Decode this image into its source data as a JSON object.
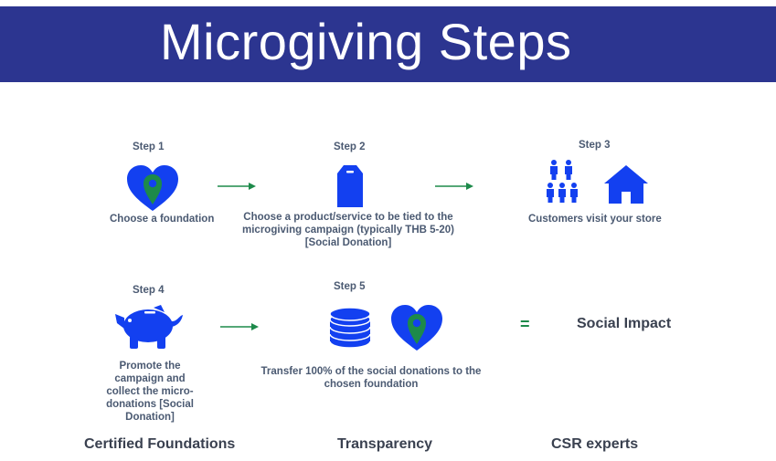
{
  "title": "Microgiving Steps",
  "colors": {
    "header": "#2c3590",
    "icon_blue": "#1340f0",
    "icon_green": "#1d8a4a",
    "text": "#4b5a72",
    "dark_text": "#3a4150"
  },
  "steps": [
    {
      "label": "Step 1",
      "text": "Choose a foundation",
      "icons": [
        "heart-pin-icon"
      ]
    },
    {
      "label": "Step 2",
      "text_lines": [
        "Choose a product/service to be tied to the",
        "microgiving campaign (typically THB 5-20)",
        "[Social Donation]"
      ],
      "icons": [
        "tag-icon"
      ]
    },
    {
      "label": "Step 3",
      "text": "Customers visit your store",
      "icons": [
        "people-icon",
        "house-icon"
      ]
    },
    {
      "label": "Step 4",
      "text_lines": [
        "Promote the",
        "campaign and",
        "collect the micro-",
        "donations [Social",
        "Donation]"
      ],
      "icons": [
        "piggy-bank-icon"
      ]
    },
    {
      "label": "Step 5",
      "text_lines": [
        "Transfer 100% of the social donations to the",
        "chosen foundation"
      ],
      "icons": [
        "coin-stack-icon",
        "heart-pin-icon"
      ]
    }
  ],
  "equals": "=",
  "result": "Social Impact",
  "footer": [
    "Certified Foundations",
    "Transparency",
    "CSR experts"
  ]
}
